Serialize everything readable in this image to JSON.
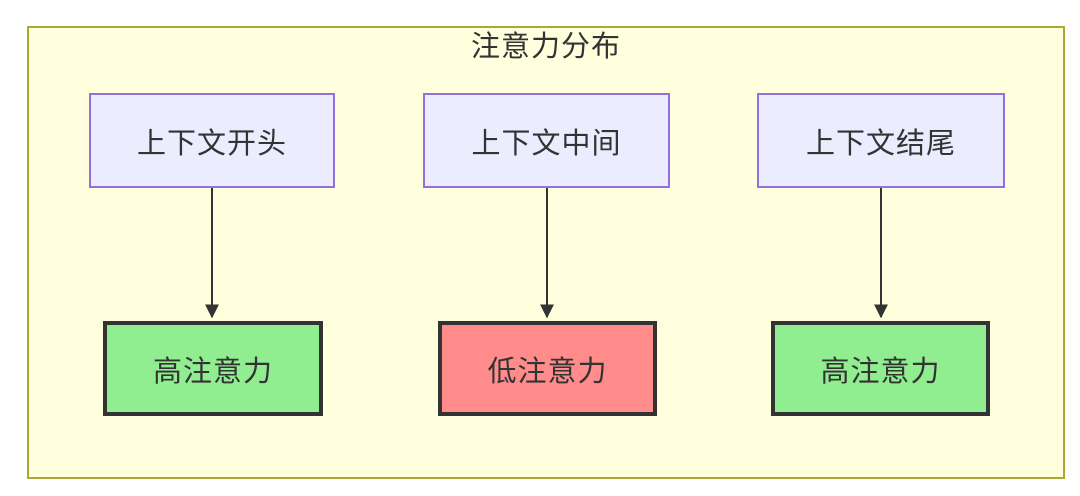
{
  "diagram": {
    "title": "注意力分布",
    "type": "flowchart",
    "top_nodes": [
      {
        "label": "上下文开头"
      },
      {
        "label": "上下文中间"
      },
      {
        "label": "上下文结尾"
      }
    ],
    "bottom_nodes": [
      {
        "label": "高注意力",
        "level": "high"
      },
      {
        "label": "低注意力",
        "level": "low"
      },
      {
        "label": "高注意力",
        "level": "high"
      }
    ],
    "edges": [
      {
        "from": "上下文开头",
        "to": "高注意力"
      },
      {
        "from": "上下文中间",
        "to": "低注意力"
      },
      {
        "from": "上下文结尾",
        "to": "高注意力"
      }
    ],
    "colors": {
      "cluster_bg": "#ffffde",
      "cluster_border": "#aaaa33",
      "node_bg": "#ececff",
      "node_border": "#9370db",
      "high_attention_bg": "#90ee90",
      "low_attention_bg": "#ff8b8b",
      "attention_node_border": "#333333",
      "text": "#333333",
      "arrow": "#333333"
    }
  }
}
